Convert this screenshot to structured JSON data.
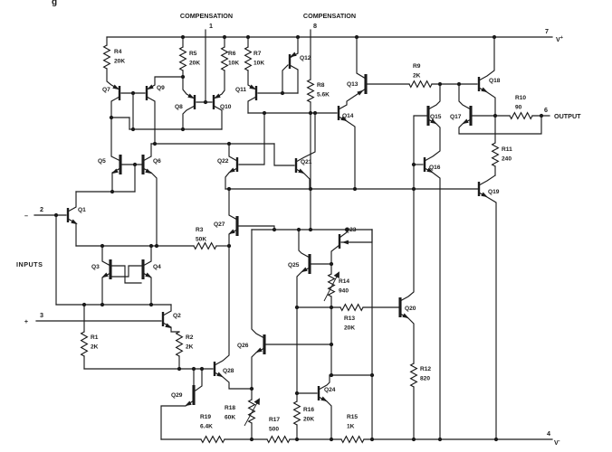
{
  "caption_fragment": "g",
  "pins": {
    "compensation_1": {
      "label": "COMPENSATION",
      "number": "1"
    },
    "compensation_8": {
      "label": "COMPENSATION",
      "number": "8"
    },
    "v_plus": {
      "number": "7",
      "base": "V",
      "sup": "+"
    },
    "output": {
      "number": "6",
      "label": "OUTPUT"
    },
    "v_minus": {
      "number": "4",
      "base": "V",
      "sup": "-"
    },
    "inverting_input": {
      "number": "2",
      "sign": "–"
    },
    "noninverting_input": {
      "number": "3",
      "sign": "+"
    },
    "inputs_label": "INPUTS"
  },
  "transistors": [
    {
      "id": "Q1"
    },
    {
      "id": "Q2"
    },
    {
      "id": "Q3"
    },
    {
      "id": "Q4"
    },
    {
      "id": "Q5"
    },
    {
      "id": "Q6"
    },
    {
      "id": "Q7"
    },
    {
      "id": "Q8"
    },
    {
      "id": "Q9"
    },
    {
      "id": "Q10"
    },
    {
      "id": "Q11"
    },
    {
      "id": "Q12"
    },
    {
      "id": "Q13"
    },
    {
      "id": "Q14"
    },
    {
      "id": "Q15"
    },
    {
      "id": "Q16"
    },
    {
      "id": "Q17"
    },
    {
      "id": "Q18"
    },
    {
      "id": "Q19"
    },
    {
      "id": "Q20"
    },
    {
      "id": "Q21"
    },
    {
      "id": "Q22"
    },
    {
      "id": "Q23"
    },
    {
      "id": "Q24"
    },
    {
      "id": "Q25"
    },
    {
      "id": "Q26"
    },
    {
      "id": "Q27"
    },
    {
      "id": "Q28"
    },
    {
      "id": "Q29"
    }
  ],
  "resistors": [
    {
      "id": "R1",
      "value": "2K"
    },
    {
      "id": "R2",
      "value": "2K"
    },
    {
      "id": "R3",
      "value": "50K"
    },
    {
      "id": "R4",
      "value": "20K"
    },
    {
      "id": "R5",
      "value": "20K"
    },
    {
      "id": "R6",
      "value": "10K"
    },
    {
      "id": "R7",
      "value": "10K"
    },
    {
      "id": "R8",
      "value": "5.6K"
    },
    {
      "id": "R9",
      "value": "2K"
    },
    {
      "id": "R10",
      "value": "90"
    },
    {
      "id": "R11",
      "value": "240"
    },
    {
      "id": "R12",
      "value": "820"
    },
    {
      "id": "R13",
      "value": "20K"
    },
    {
      "id": "R14",
      "value": "940"
    },
    {
      "id": "R15",
      "value": "1K"
    },
    {
      "id": "R16",
      "value": "20K"
    },
    {
      "id": "R17",
      "value": "500"
    },
    {
      "id": "R18",
      "value": "60K"
    },
    {
      "id": "R19",
      "value": "6.4K"
    }
  ]
}
